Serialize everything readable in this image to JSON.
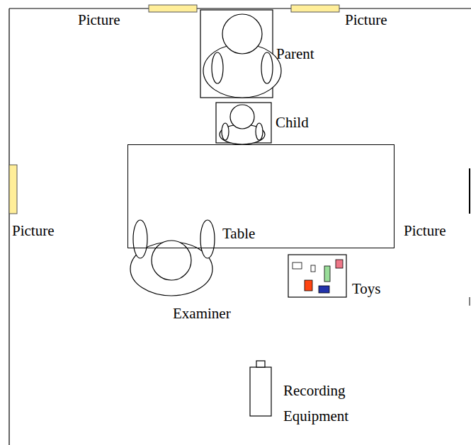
{
  "diagram": {
    "nodes": [
      {
        "text": [
          "Table"
        ]
      }
    ],
    "labels": [
      "Picture",
      "Picture",
      "Picture",
      "Picture",
      "Parent",
      "Child",
      "Examiner",
      "Toys",
      "Recording Equipment"
    ]
  }
}
